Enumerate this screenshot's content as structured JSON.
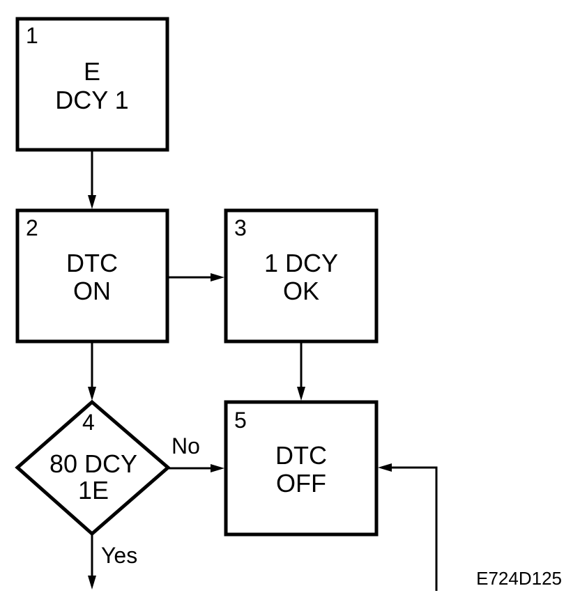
{
  "nodes": [
    {
      "id": "1",
      "shape": "box",
      "lines": [
        "E",
        "DCY 1"
      ]
    },
    {
      "id": "2",
      "shape": "box",
      "lines": [
        "DTC",
        "ON"
      ]
    },
    {
      "id": "3",
      "shape": "box",
      "lines": [
        "1 DCY",
        "OK"
      ]
    },
    {
      "id": "4",
      "shape": "diamond",
      "lines": [
        "80 DCY",
        "1E"
      ]
    },
    {
      "id": "5",
      "shape": "box",
      "lines": [
        "DTC",
        "OFF"
      ]
    }
  ],
  "edges": [
    {
      "from": "1",
      "to": "2",
      "label": ""
    },
    {
      "from": "2",
      "to": "3",
      "label": ""
    },
    {
      "from": "2",
      "to": "4",
      "label": ""
    },
    {
      "from": "3",
      "to": "5",
      "label": ""
    },
    {
      "from": "4",
      "to": "5",
      "label": "No"
    },
    {
      "from": "4",
      "to": "",
      "label": "Yes"
    },
    {
      "from": "",
      "to": "5",
      "label": ""
    }
  ],
  "figure_code": "E724D125"
}
